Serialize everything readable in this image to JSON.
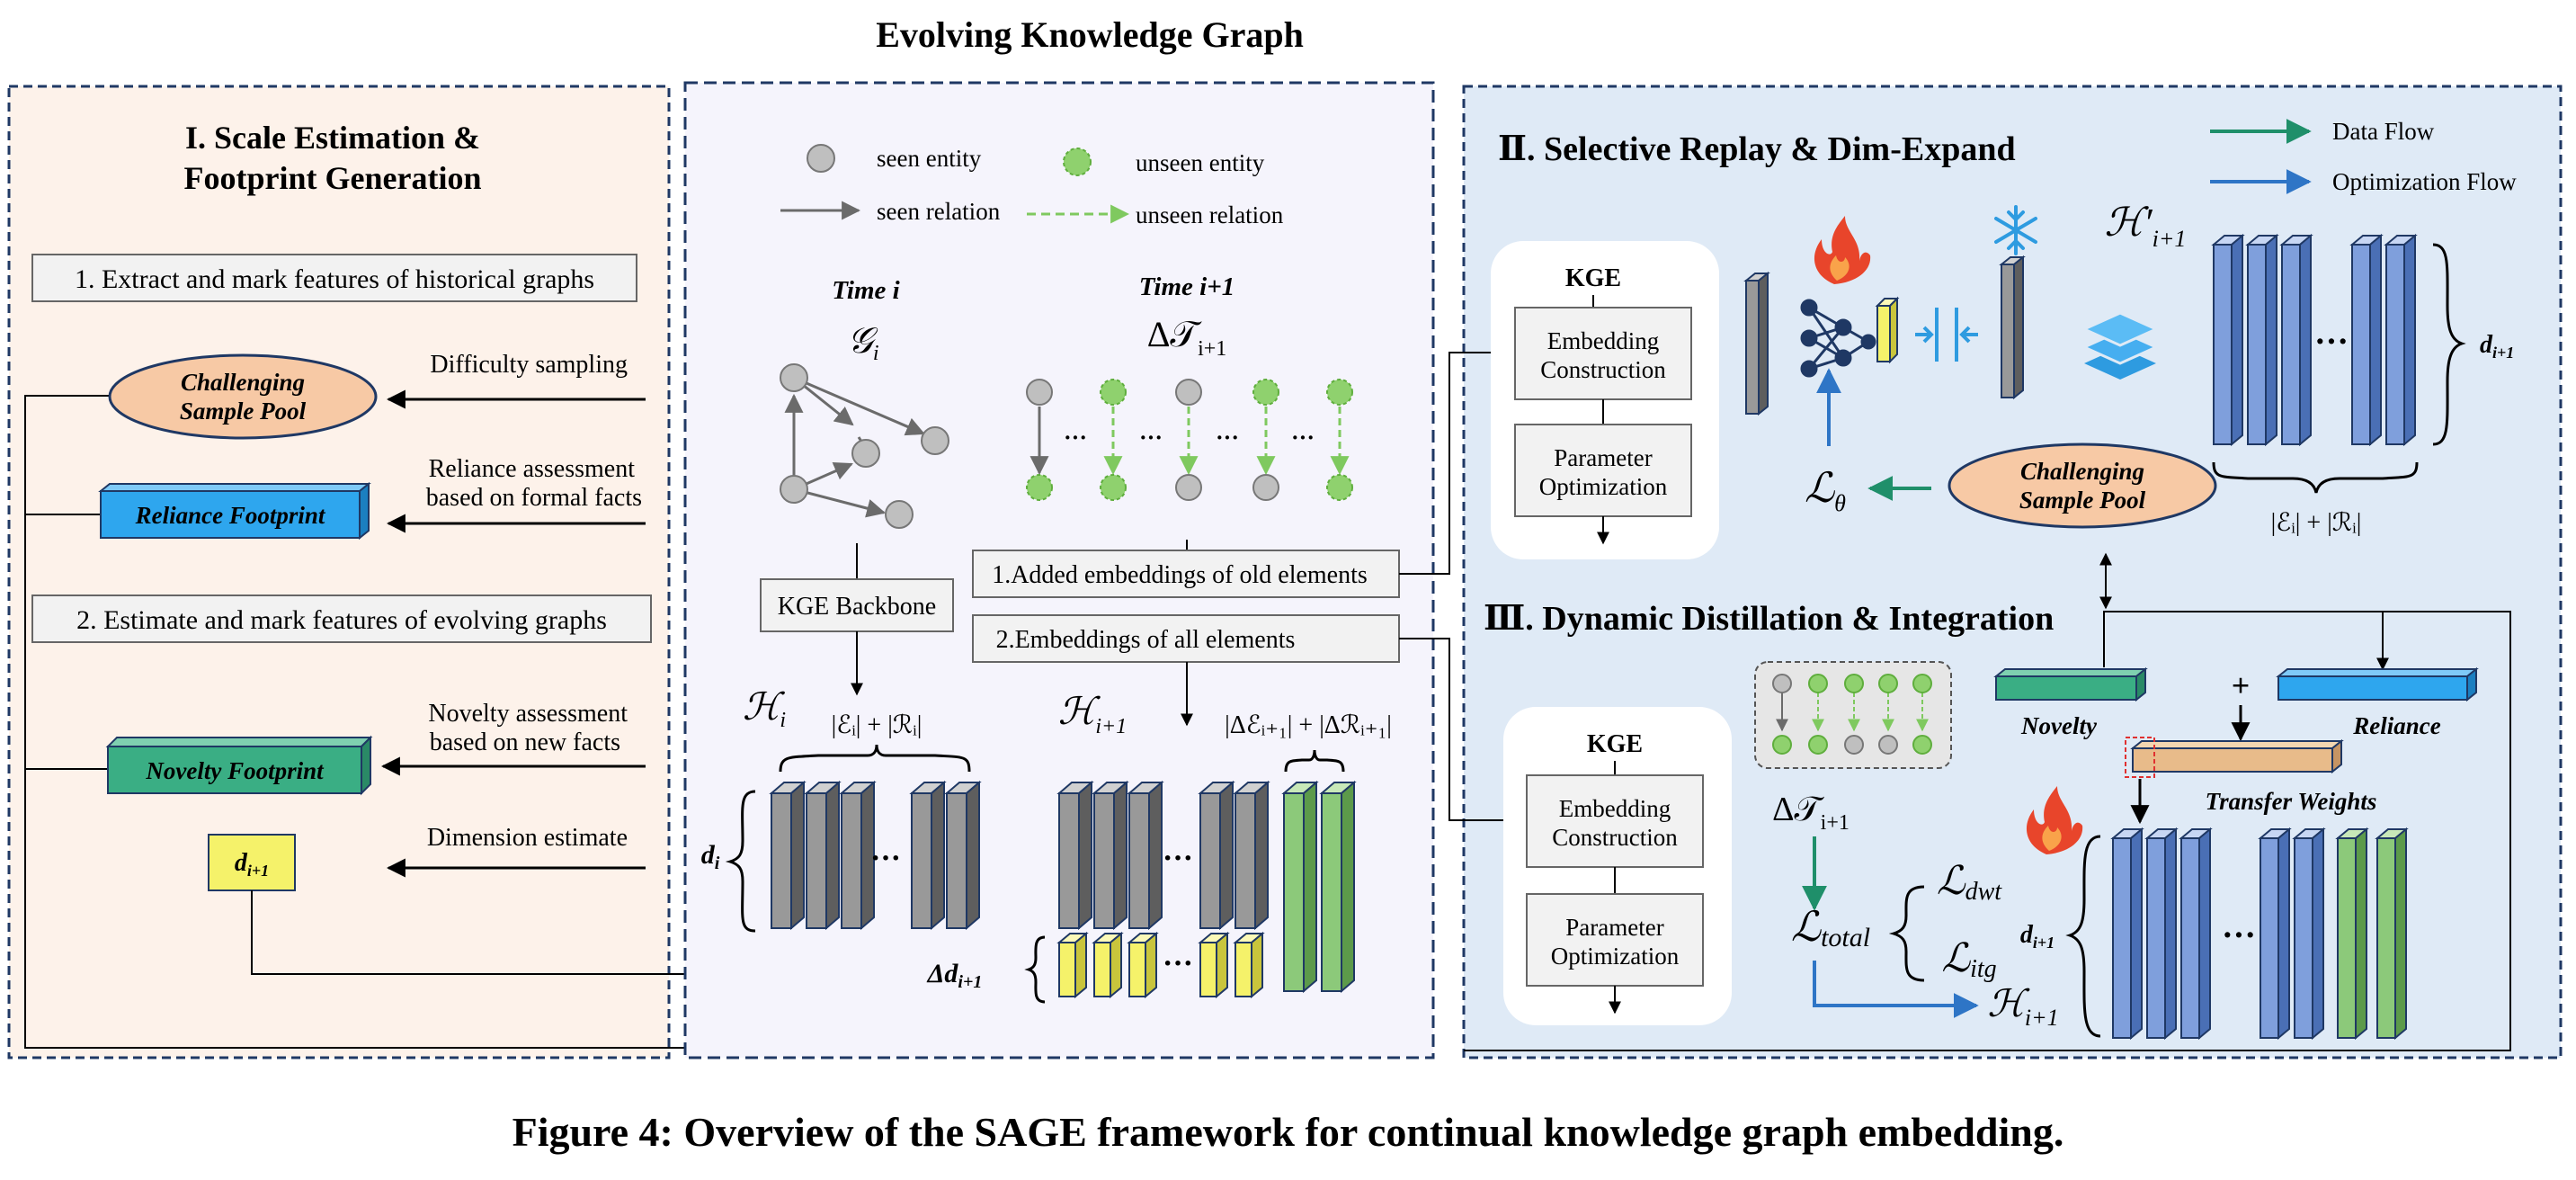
{
  "top_title": "Evolving Knowledge Graph",
  "caption": "Figure 4: Overview of the SAGE framework for continual knowledge graph embedding.",
  "colors": {
    "panel1_bg": "#fdf2ea",
    "panel2_bg": "#f5f4fc",
    "panel3_bg": "#dfeaf6",
    "border": "#1f3864",
    "gray_entity": "#bfbfbf",
    "green_entity": "#8fd16e",
    "blue_column": "#7f9fdc",
    "green_column": "#8cc97a",
    "yellow_column": "#f5f26a",
    "gray_column": "#999999",
    "orange_pool": "#f7c9a5",
    "reliance_blue": "#2ea6ee",
    "novelty_green": "#3aae84",
    "data_flow": "#1f8f6a",
    "opt_flow": "#2e75c6",
    "red_flame": "#e8452b"
  },
  "panel1": {
    "title_line1": "I. Scale Estimation &",
    "title_line2": "Footprint Generation",
    "step1": "1. Extract and mark features of historical graphs",
    "step2": "2. Estimate and mark features of evolving graphs",
    "pool_line1": "Challenging",
    "pool_line2": "Sample Pool",
    "reliance_label": "Reliance Footprint",
    "novelty_label": "Novelty Footprint",
    "d_label": "d",
    "d_sub": "i+1",
    "difficulty": "Difficulty sampling",
    "reliance_line1": "Reliance assessment",
    "reliance_line2": "based on formal facts",
    "novelty_line1": "Novelty assessment",
    "novelty_line2": "based on new facts",
    "dimension": "Dimension estimate"
  },
  "panel2": {
    "legend_seen_entity": "seen entity",
    "legend_unseen_entity": "unseen entity",
    "legend_seen_relation": "seen relation",
    "legend_unseen_relation": "unseen relation",
    "time_i": "Time i",
    "time_i1": "Time i+1",
    "graph_g": "𝒢",
    "graph_g_sub": "i",
    "delta_t": "Δ𝒯",
    "delta_t_sub": "i+1",
    "backbone": "KGE Backbone",
    "box1": "1.Added embeddings of old elements",
    "box2": "2.Embeddings of all elements",
    "h_i": "ℋ",
    "h_i_sub": "i",
    "h_i1": "ℋ",
    "h_i1_sub": "i+1",
    "size_i": "|ℰᵢ| + |ℛᵢ|",
    "size_delta": "|Δℰᵢ₊₁| + |Δℛᵢ₊₁|",
    "d_i": "d",
    "d_i_sub": "i",
    "delta_d": "Δd",
    "delta_d_sub": "i+1",
    "dots": "···"
  },
  "panel3": {
    "title2": "Ⅱ. Selective Replay & Dim-Expand",
    "title3": "Ⅲ. Dynamic Distillation & Integration",
    "legend_data": "Data Flow",
    "legend_opt": "Optimization Flow",
    "kge": "KGE",
    "embed_line1": "Embedding",
    "embed_line2": "Construction",
    "param_line1": "Parameter",
    "param_line2": "Optimization",
    "h_prime": "ℋ′",
    "h_prime_sub": "i+1",
    "d_label": "d",
    "d_sub": "i+1",
    "size_label": "|ℰᵢ| + |ℛᵢ|",
    "loss_theta": "ℒ",
    "loss_theta_sub": "θ",
    "pool_line1": "Challenging",
    "pool_line2": "Sample Pool",
    "novelty": "Novelty",
    "reliance": "Reliance",
    "plus": "+",
    "transfer": "Transfer Weights",
    "delta_t": "Δ𝒯",
    "delta_t_sub": "i+1",
    "loss_total": "ℒ",
    "loss_total_sub": "total",
    "loss_dwt": "ℒ",
    "loss_dwt_sub": "dwt",
    "loss_itg": "ℒ",
    "loss_itg_sub": "itg",
    "h_out": "ℋ",
    "h_out_sub": "i+1",
    "d3": "d",
    "d3_sub": "i+1",
    "dots": "···"
  }
}
